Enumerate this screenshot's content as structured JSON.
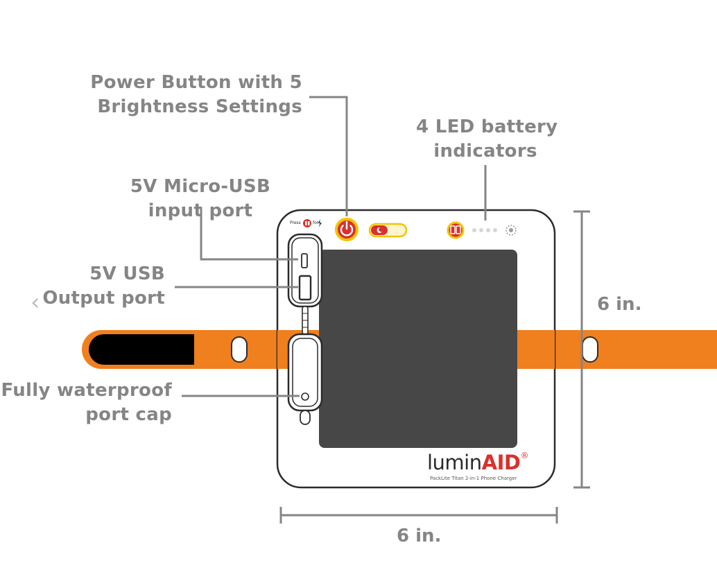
{
  "callouts": {
    "power": [
      "Power Button with 5",
      "Brightness Settings"
    ],
    "led": [
      "4 LED battery",
      "indicators"
    ],
    "micro_usb": [
      "5V Micro-USB",
      "input port"
    ],
    "usb_out": [
      "5V USB",
      "Output port"
    ],
    "port_cap": [
      "Fully waterproof",
      "port cap"
    ]
  },
  "dimensions": {
    "height": "6 in.",
    "width": "6 in."
  },
  "device": {
    "brand_prefix": "lumin",
    "brand_suffix": "AID",
    "registered_mark": "®",
    "subtitle": "PackLite Titan 2-in-1 Phone Charger",
    "press_label_1": "Press",
    "press_label_2": "for",
    "led_count": 4
  },
  "nav": {
    "prev_icon": "chevron-left-icon",
    "prev_glyph": "‹"
  },
  "colors": {
    "label": "#858585",
    "strap": "#f07f1e",
    "panel": "#474747",
    "accent_red": "#d9312b",
    "accent_yellow": "#f4c400",
    "outline": "#2b2b2b"
  }
}
